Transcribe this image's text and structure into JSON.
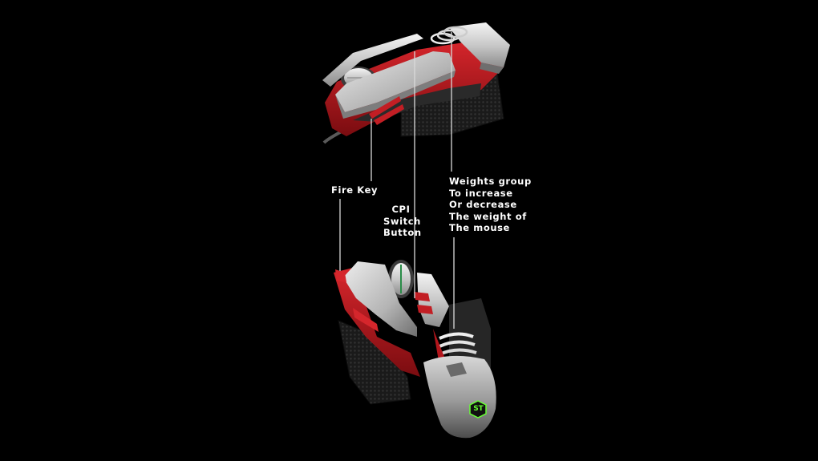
{
  "labels": {
    "fire_key": [
      "Fire Key"
    ],
    "cpi_switch": [
      "CPI",
      "Switch",
      "Button"
    ],
    "weights_group": [
      "Weights group",
      "To increase",
      "Or decrease",
      "The weight of",
      "The mouse"
    ]
  },
  "logo": {
    "text": "ST",
    "color": "#66ff33"
  },
  "colors": {
    "background": "#000000",
    "callout_line": "#d9d9d9",
    "accent_red": "#b3161c",
    "silver": "#c8c8c8"
  }
}
